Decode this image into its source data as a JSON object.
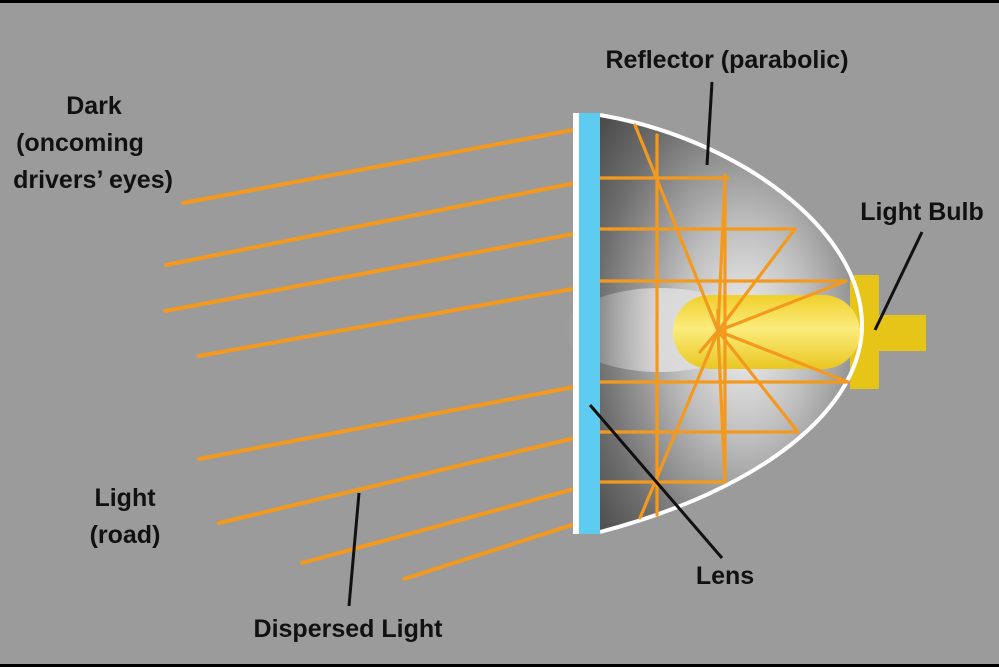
{
  "labels": {
    "reflector": "Reflector (parabolic)",
    "light_bulb": "Light Bulb",
    "lens": "Lens",
    "dispersed_light": "Dispersed Light",
    "dark_line1": "Dark",
    "dark_line2": "(oncoming",
    "dark_line3": "drivers’ eyes)",
    "light_line1": "Light",
    "light_line2": "(road)"
  },
  "colors": {
    "frame": "#000000",
    "background": "#9b9b9b",
    "ray": "#f39a1e",
    "lens": "#5ecbf0",
    "lens_edge": "#ffffff",
    "bulb": "#f4d634",
    "reflector_outline": "#ffffff",
    "text": "#111111"
  }
}
